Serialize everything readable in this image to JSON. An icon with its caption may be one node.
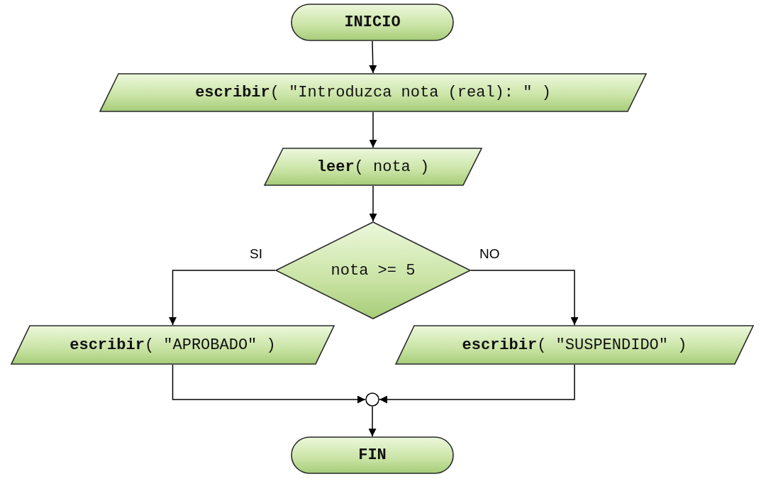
{
  "diagram": {
    "nodes": [
      {
        "text": [
          "INICIO"
        ]
      },
      {
        "text": [
          "**escribir**( \"Introduzca nota (real): \" )"
        ]
      },
      {
        "text": [
          "**leer**( nota )"
        ]
      },
      {
        "text": [
          "nota >= 5"
        ]
      },
      {
        "text": [
          "**escribir**( \"APROBADO\" )"
        ]
      },
      {
        "text": [
          "**escribir**( \"SUSPENDIDO\" )"
        ]
      },
      {
        "text": [],
        "shape": "circle"
      },
      {
        "text": [
          "FIN"
        ]
      }
    ],
    "edges": [
      {
        "from": 0,
        "to": 1,
        "arrow": "to"
      },
      {
        "from": 1,
        "to": 2,
        "arrow": "to"
      },
      {
        "from": 2,
        "to": 3,
        "arrow": "to"
      },
      {
        "from": 3,
        "to": 4,
        "arrow": "to",
        "label": "SI"
      },
      {
        "from": 3,
        "to": 5,
        "arrow": "to",
        "label": "NO"
      },
      {
        "from": 4,
        "to": 6,
        "arrow": "to"
      },
      {
        "from": 5,
        "to": 6,
        "arrow": "to"
      },
      {
        "from": 6,
        "to": 7,
        "arrow": "to"
      }
    ]
  }
}
